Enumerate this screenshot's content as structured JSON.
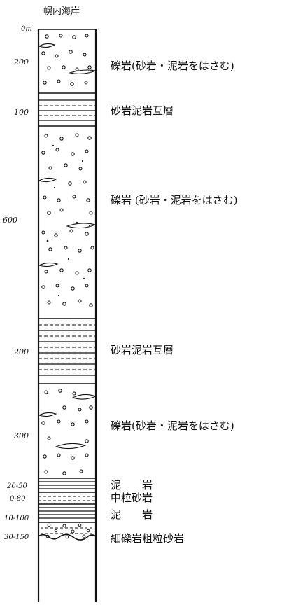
{
  "section": {
    "title": "幌内海岸",
    "top_label": "0m"
  },
  "scale_labels": [
    "200",
    "100",
    "600",
    "200",
    "300",
    "20-50",
    "0-80",
    "10-100",
    "30-150"
  ],
  "units": [
    {
      "id": "conglomerate-1",
      "pattern": "conglomerate",
      "description": "礫岩(砂岩・泥岩をはさむ)"
    },
    {
      "id": "alternation-1",
      "pattern": "sand-mud-alternation",
      "description": "砂岩泥岩互層"
    },
    {
      "id": "conglomerate-2",
      "pattern": "conglomerate",
      "description": "礫岩 (砂岩・泥岩をはさむ)"
    },
    {
      "id": "alternation-2",
      "pattern": "sand-mud-alternation",
      "description": "砂岩泥岩互層"
    },
    {
      "id": "conglomerate-3",
      "pattern": "conglomerate",
      "description": "礫岩(砂岩・泥岩をはさむ)"
    },
    {
      "id": "mudstone-1",
      "pattern": "mudstone",
      "description": "泥　　岩"
    },
    {
      "id": "medium-sandstone",
      "pattern": "sandstone",
      "description": "中粒砂岩"
    },
    {
      "id": "mudstone-2",
      "pattern": "mudstone",
      "description": "泥　　岩"
    },
    {
      "id": "fine-conglomerate",
      "pattern": "fine-conglomerate",
      "description": "細礫岩粗粒砂岩"
    }
  ],
  "colors": {
    "ink": "#111111",
    "paper": "#ffffff"
  }
}
